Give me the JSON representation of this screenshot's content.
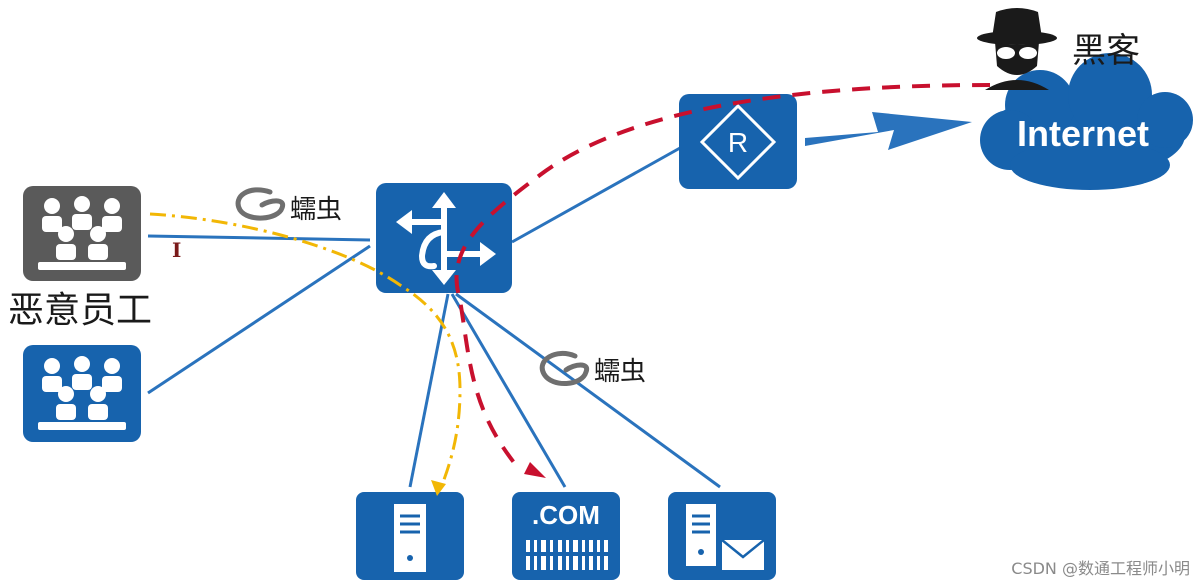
{
  "labels": {
    "hacker": "黑客",
    "internet": "Internet",
    "malicious_employee": "恶意员工",
    "worm_upper": "蠕虫",
    "worm_lower": "蠕虫",
    "com_server": ".COM",
    "cursor_glyph": "I",
    "watermark": "CSDN @数通工程师小明"
  },
  "colors": {
    "device_blue": "#1763ad",
    "link_blue": "#2a73bd",
    "employee_gray": "#5a5a5a",
    "hacker_path": "#c8102e",
    "worm_path": "#f2b705"
  },
  "icons": [
    "hacker-icon",
    "cloud-icon",
    "router-icon",
    "switch-icon",
    "users-group-icon",
    "server-icon",
    "web-server-icon",
    "mail-server-icon",
    "worm-icon"
  ]
}
